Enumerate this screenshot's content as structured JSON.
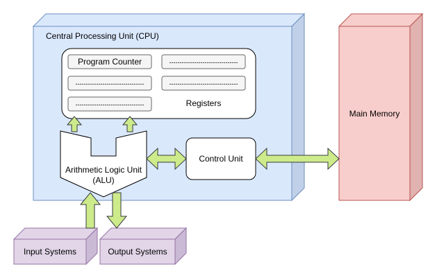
{
  "cpu": {
    "label": "Central Processing Unit (CPU)"
  },
  "registers": {
    "label": "Registers",
    "slots": [
      "Program Counter",
      "---------------------------------",
      "---------------------------------",
      "---------------------------------",
      "---------------------------------"
    ]
  },
  "alu": {
    "line1": "Arithmetic Logic Unit",
    "line2": "(ALU)"
  },
  "control_unit": {
    "label": "Control Unit"
  },
  "main_memory": {
    "label": "Main Memory"
  },
  "input_systems": {
    "label": "Input Systems"
  },
  "output_systems": {
    "label": "Output Systems"
  },
  "colors": {
    "cpu_fill": "#dae8fc",
    "cpu_stroke": "#6c8ebf",
    "memory_fill": "#f8cecc",
    "memory_stroke": "#b85450",
    "io_fill": "#e1d5e7",
    "io_stroke": "#9673a6",
    "arrow_fill": "#cdeb8b",
    "arrow_stroke": "#36393d",
    "register_slot_fill": "#f5f5f5",
    "register_slot_stroke": "#666666"
  }
}
